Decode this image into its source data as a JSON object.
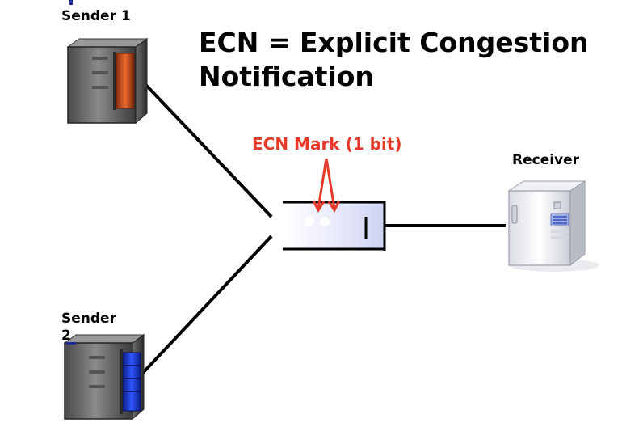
{
  "diagram": {
    "title_line1": "ECN = Explicit Congestion",
    "title_line2": "Notification",
    "sender1_label": "Sender 1",
    "sender2_label_line1": "Sender",
    "sender2_label_line2": "2",
    "receiver_label": "Receiver",
    "ecn_mark_label": "ECN Mark (1 bit)"
  },
  "colors": {
    "mark_red": "#e53a2a",
    "sender1_accent": "#c8521d",
    "sender2_accent": "#1f3fd6",
    "queue_fill": "#d8dcf6"
  },
  "icons": [
    "server-tower-icon",
    "server-tower-icon",
    "desktop-tower-icon",
    "router-queue-icon"
  ]
}
